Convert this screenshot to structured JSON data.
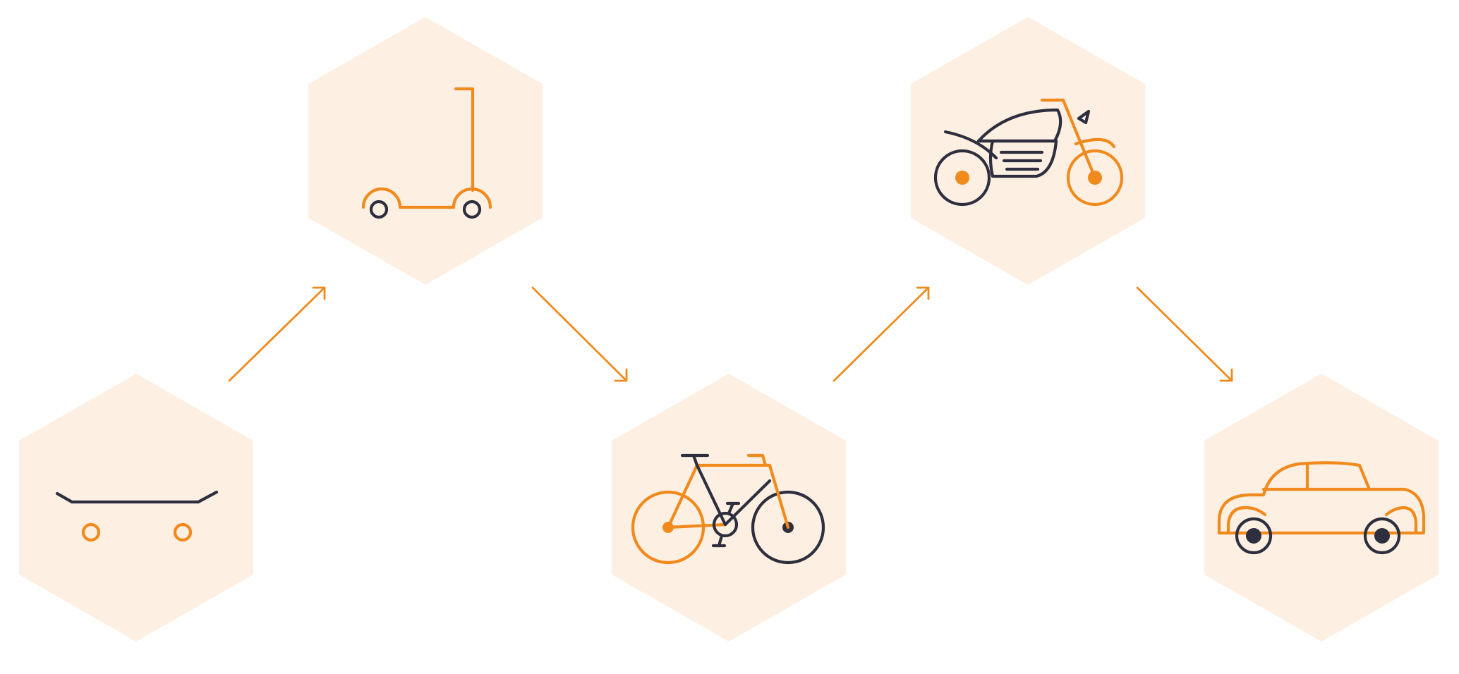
{
  "theme": {
    "accent": "#f08a1c",
    "dark": "#2e2f3e",
    "hex_fill": "#fdefe2",
    "background": "#ffffff"
  },
  "stages": [
    {
      "id": "skateboard",
      "icon": "skateboard-icon"
    },
    {
      "id": "kick-scooter",
      "icon": "kick-scooter-icon"
    },
    {
      "id": "bicycle",
      "icon": "bicycle-icon"
    },
    {
      "id": "motorcycle",
      "icon": "motorcycle-icon"
    },
    {
      "id": "car",
      "icon": "car-icon"
    }
  ],
  "connections": [
    {
      "from": "skateboard",
      "to": "kick-scooter",
      "direction": "up-right"
    },
    {
      "from": "kick-scooter",
      "to": "bicycle",
      "direction": "down-right"
    },
    {
      "from": "bicycle",
      "to": "motorcycle",
      "direction": "up-right"
    },
    {
      "from": "motorcycle",
      "to": "car",
      "direction": "down-right"
    }
  ]
}
